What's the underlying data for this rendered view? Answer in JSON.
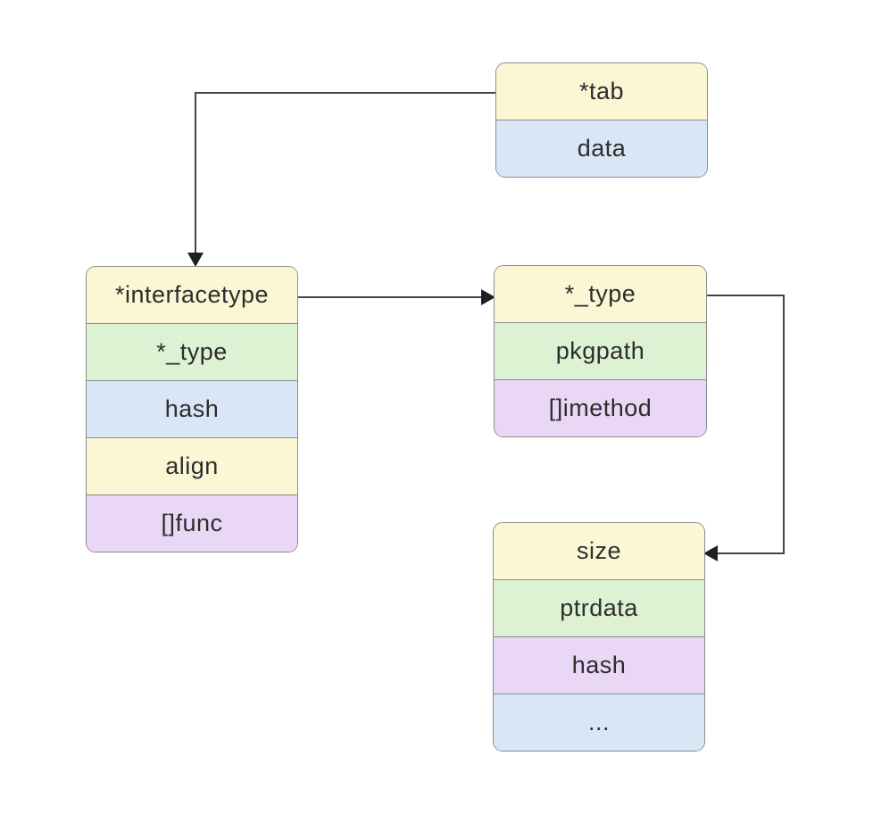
{
  "palette": {
    "yellow": "#FBF7D4",
    "green": "#DCF2D3",
    "blue": "#D8E6F6",
    "purple": "#E9D7F5",
    "border": "#8C8C8C",
    "arrow_line": "#444444",
    "arrow_head": "#1F1F1F",
    "text": "#2D2D2D",
    "background": "#FFFFFF"
  },
  "nodes": [
    {
      "id": "itab",
      "rows": [
        {
          "label": "*tab",
          "color": "yellow"
        },
        {
          "label": "data",
          "color": "blue"
        }
      ]
    },
    {
      "id": "interfacetype",
      "rows": [
        {
          "label": "*interfacetype",
          "color": "yellow"
        },
        {
          "label": "*_type",
          "color": "green"
        },
        {
          "label": "hash",
          "color": "blue"
        },
        {
          "label": "align",
          "color": "yellow"
        },
        {
          "label": "[]func",
          "color": "purple"
        }
      ]
    },
    {
      "id": "type",
      "rows": [
        {
          "label": "*_type",
          "color": "yellow"
        },
        {
          "label": "pkgpath",
          "color": "green"
        },
        {
          "label": "[]imethod",
          "color": "purple"
        }
      ]
    },
    {
      "id": "size",
      "rows": [
        {
          "label": "size",
          "color": "yellow"
        },
        {
          "label": "ptrdata",
          "color": "green"
        },
        {
          "label": "hash",
          "color": "purple"
        },
        {
          "label": "...",
          "color": "blue"
        }
      ]
    }
  ],
  "edges": [
    {
      "from": "itab.*tab",
      "to": "interfacetype"
    },
    {
      "from": "interfacetype.*interfacetype",
      "to": "type"
    },
    {
      "from": "type.*_type",
      "to": "size"
    }
  ]
}
